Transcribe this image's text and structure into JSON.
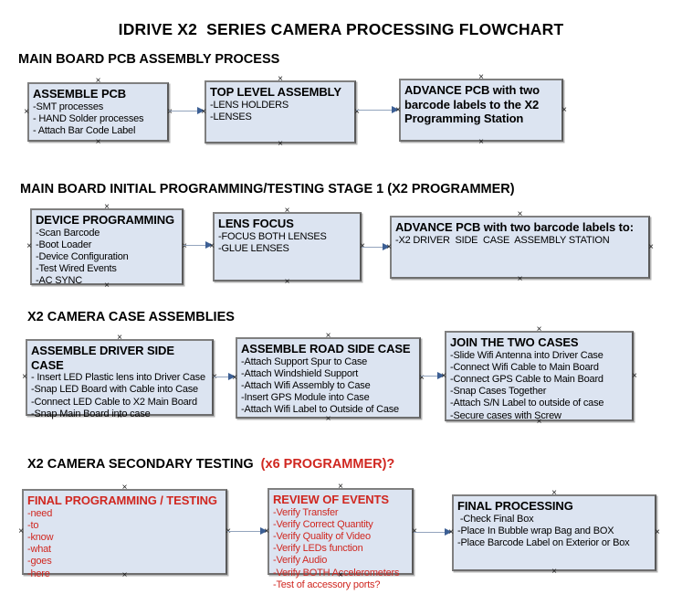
{
  "page_title": "IDRIVE X2  SERIES CAMERA PROCESSING FLOWCHART",
  "colors": {
    "box_fill": "#dce4f1",
    "box_border": "#7f7f7f",
    "red_text": "#d02720",
    "arrow_line": "#93a4bd",
    "arrow_head": "#3c5f94"
  },
  "sections": [
    {
      "heading": "MAIN BOARD PCB ASSEMBLY PROCESS",
      "boxes": [
        {
          "title": "ASSEMBLE PCB",
          "items": [
            "-SMT processes",
            "- HAND Solder processes",
            "- Attach Bar Code Label"
          ]
        },
        {
          "title": "TOP LEVEL ASSEMBLY",
          "items": [
            "-LENS HOLDERS",
            "-LENSES"
          ]
        },
        {
          "title": "ADVANCE PCB with two barcode labels to the X2 Programming Station",
          "items": []
        }
      ]
    },
    {
      "heading": "MAIN BOARD INITIAL PROGRAMMING/TESTING STAGE 1 (X2 PROGRAMMER)",
      "boxes": [
        {
          "title": "DEVICE PROGRAMMING",
          "items": [
            "-Scan Barcode",
            "-Boot Loader",
            "-Device Configuration",
            "-Test Wired Events",
            "-AC SYNC"
          ]
        },
        {
          "title": "LENS FOCUS",
          "items": [
            "-FOCUS BOTH LENSES",
            "-GLUE LENSES"
          ]
        },
        {
          "title": "ADVANCE PCB with two barcode labels to:",
          "items": [
            "-X2 DRIVER  SIDE  CASE  ASSEMBLY STATION"
          ]
        }
      ]
    },
    {
      "heading": "X2 CAMERA CASE ASSEMBLIES",
      "boxes": [
        {
          "title": "ASSEMBLE DRIVER SIDE CASE",
          "items": [
            "- Insert LED Plastic lens into Driver Case",
            "-Snap LED Board with Cable into Case",
            "-Connect LED Cable to X2 Main Board",
            "-Snap Main Board into case"
          ]
        },
        {
          "title": "ASSEMBLE ROAD SIDE CASE",
          "items": [
            "-Attach Support Spur to Case",
            "-Attach Windshield Support",
            "-Attach Wifi Assembly to Case",
            "-Insert GPS Module into Case",
            "-Attach Wifi Label to Outside of Case"
          ]
        },
        {
          "title": "JOIN THE TWO CASES",
          "items": [
            "-Slide Wifi Antenna into Driver Case",
            "-Connect Wifi Cable to Main Board",
            "-Connect GPS Cable to Main Board",
            "-Snap Cases Together",
            "-Attach S/N Label to outside of case",
            "-Secure cases with Screw"
          ]
        }
      ]
    },
    {
      "heading": "X2 CAMERA SECONDARY TESTING  ",
      "heading_red": "(x6 PROGRAMMER)?",
      "boxes": [
        {
          "title": "FINAL PROGRAMMING / TESTING",
          "items": [
            "-need",
            "-to",
            "-know",
            "-what",
            "-goes",
            "-here"
          ]
        },
        {
          "title": "REVIEW OF EVENTS",
          "items": [
            "-Verify Transfer",
            "-Verify Correct Quantity",
            "-Verify Quality of Video",
            "-Verify LEDs function",
            "-Verify Audio",
            "-Verify BOTH Accelerometers",
            "-Test of accessory ports?"
          ]
        },
        {
          "title": "FINAL PROCESSING",
          "items": [
            " -Check Final Box",
            "-Place In Bubble wrap Bag and BOX",
            "-Place Barcode Label on Exterior or Box"
          ]
        }
      ]
    }
  ]
}
